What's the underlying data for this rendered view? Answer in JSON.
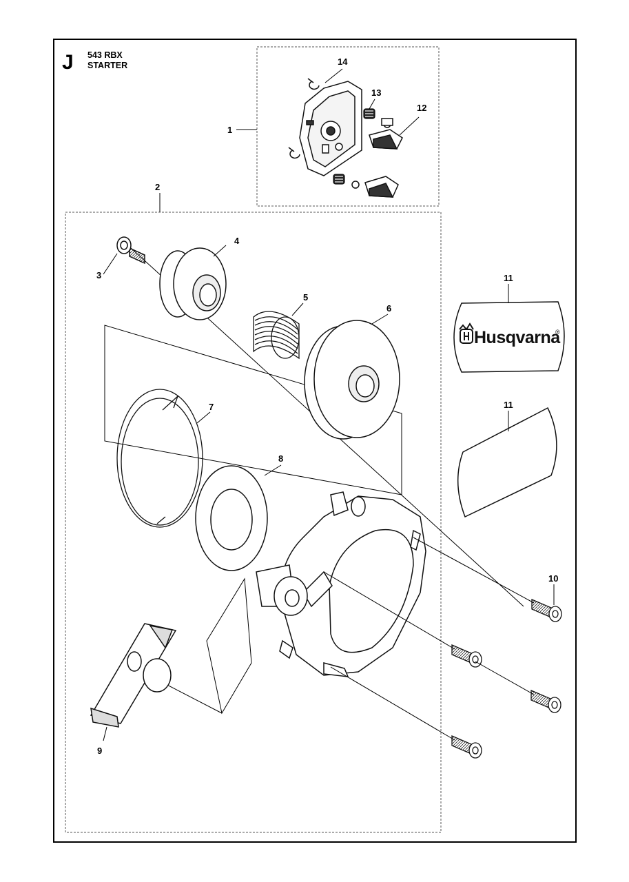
{
  "header": {
    "section_letter": "J",
    "model": "543 RBX",
    "title": "STARTER"
  },
  "sticker": {
    "brand": "Husqvarna",
    "trademark": "®"
  },
  "callouts": [
    "1",
    "2",
    "3",
    "4",
    "5",
    "6",
    "7",
    "8",
    "9",
    "10",
    "11",
    "11",
    "12",
    "13",
    "14"
  ]
}
